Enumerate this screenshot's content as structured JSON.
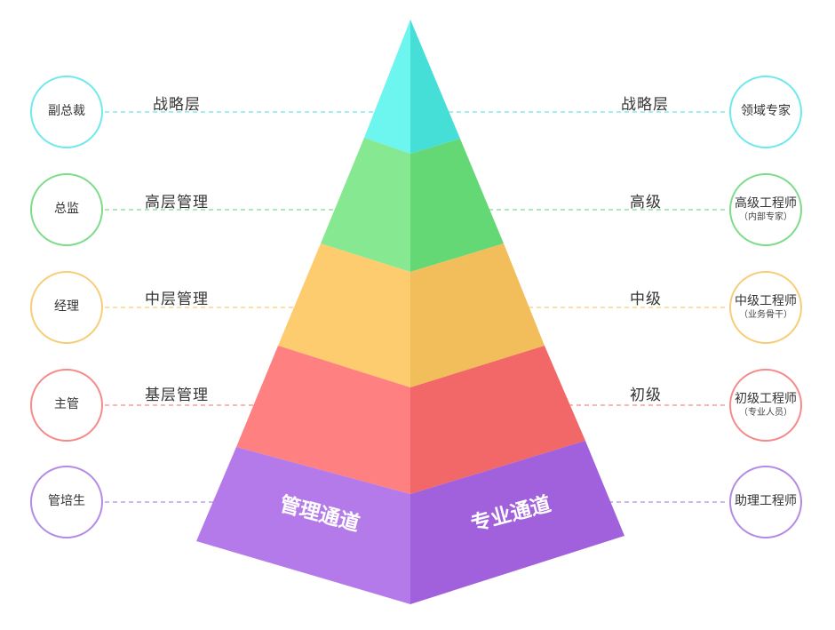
{
  "management_channel": {
    "title": "管理通道",
    "roles": [
      "副总裁",
      "总监",
      "经理",
      "主管",
      "管培生"
    ],
    "levels": [
      "战略层",
      "高层管理",
      "中层管理",
      "基层管理"
    ]
  },
  "professional_channel": {
    "title": "专业通道",
    "roles": [
      {
        "name": "领域专家",
        "note": ""
      },
      {
        "name": "高级工程师",
        "note": "（内部专家）"
      },
      {
        "name": "中级工程师",
        "note": "（业务骨干）"
      },
      {
        "name": "初级工程师",
        "note": "（专业人员）"
      },
      {
        "name": "助理工程师",
        "note": ""
      }
    ],
    "levels": [
      "战略层",
      "高级",
      "中级",
      "初级"
    ]
  },
  "colors": {
    "tier1": {
      "left": "#6df5ef",
      "right": "#46dfd8",
      "line": "#6fe2e7"
    },
    "tier2": {
      "left": "#86e891",
      "right": "#63d874",
      "line": "#7ddc8a"
    },
    "tier3": {
      "left": "#fccc6e",
      "right": "#f2be5c",
      "line": "#f6cd78"
    },
    "tier4": {
      "left": "#ff8080",
      "right": "#f26868",
      "line": "#f68a8a"
    },
    "tier5": {
      "left": "#b57ae9",
      "right": "#a160dc",
      "line": "#b48be4"
    }
  }
}
